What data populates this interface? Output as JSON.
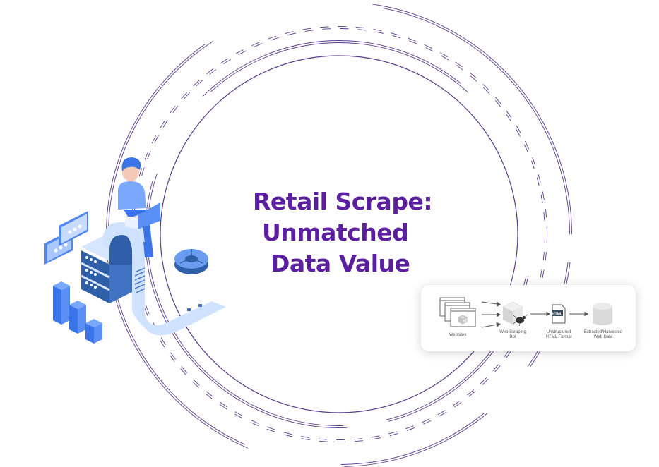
{
  "title": {
    "line1": "Retail Scrape:",
    "line2": "Unmatched",
    "line3": "Data Value",
    "color": "#5b1fa0"
  },
  "decor": {
    "ring_color": "#5a3b8c",
    "illustration": "person-with-laptop-on-server-icon"
  },
  "diagram": {
    "steps": [
      {
        "label": "Websites",
        "icon": "browser-windows-icon"
      },
      {
        "label_line1": "Web Scraping",
        "label_line2": "Bot",
        "icon": "bot-cube-bug-icon"
      },
      {
        "label_line1": "Unstructured",
        "label_line2": "HTML Format",
        "icon": "html-file-icon",
        "badge": "HTML"
      },
      {
        "label_line1": "Extracted/Harvested",
        "label_line2": "Web Data",
        "icon": "database-icon"
      }
    ]
  }
}
